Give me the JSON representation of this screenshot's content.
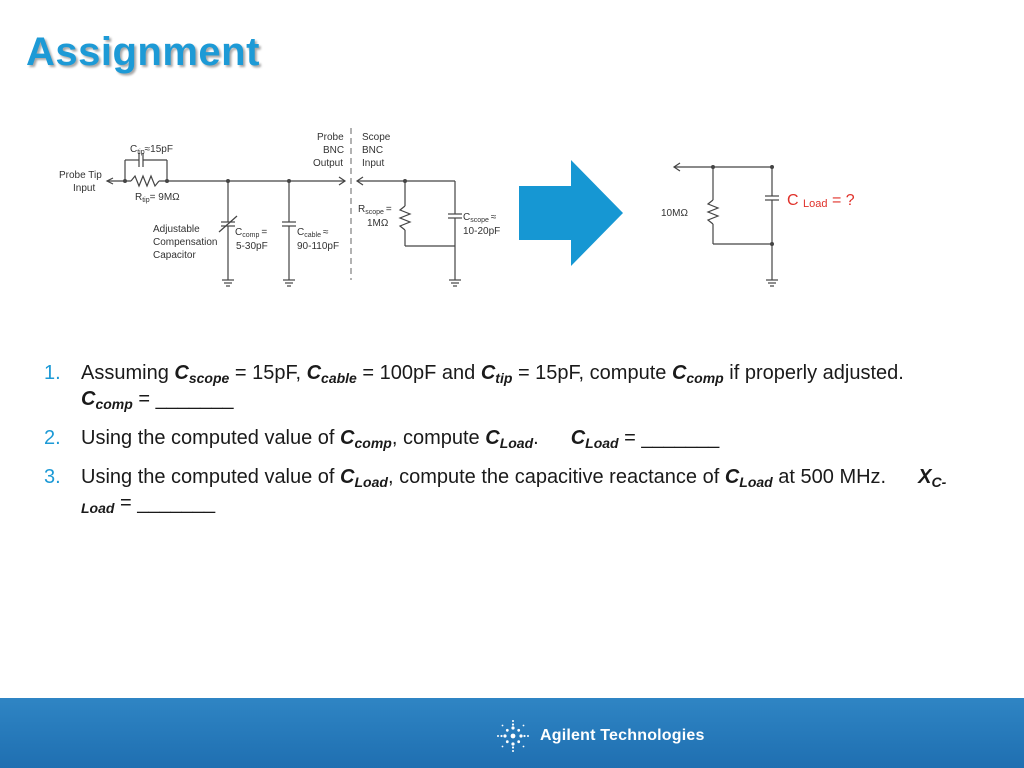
{
  "slide": {
    "title": "Assignment"
  },
  "probe_circuit": {
    "c_tip_main": "C",
    "c_tip_sub": "tip",
    "c_tip_val": "≈15pF",
    "probe_tip_line1": "Probe Tip",
    "probe_tip_line2": "Input",
    "r_tip_main": "R",
    "r_tip_sub": "tip",
    "r_tip_val": "= 9MΩ",
    "adj_line1": "Adjustable",
    "adj_line2": "Compensation",
    "adj_line3": "Capacitor",
    "c_comp_main": "C",
    "c_comp_sub": "comp",
    "c_comp_eq": "=",
    "c_comp_val": "5-30pF",
    "c_cable_main": "C",
    "c_cable_sub": "cable",
    "c_cable_eq": "≈",
    "c_cable_val": "90-110pF",
    "probe_bnc_line1": "Probe",
    "probe_bnc_line2": "BNC",
    "probe_bnc_line3": "Output",
    "scope_bnc_line1": "Scope",
    "scope_bnc_line2": "BNC",
    "scope_bnc_line3": "Input",
    "r_scope_main": "R",
    "r_scope_sub": "scope",
    "r_scope_eq": "=",
    "r_scope_val": "1MΩ",
    "c_scope_main": "C",
    "c_scope_sub": "scope",
    "c_scope_eq": "≈",
    "c_scope_val": "10-20pF"
  },
  "load_circuit": {
    "r_label": "10MΩ",
    "c_main": "C",
    "c_sub": "Load",
    "c_tail": " = ?"
  },
  "questions": [
    {
      "number": "1.",
      "t1": "Assuming ",
      "v1": "C",
      "v1s": "scope",
      "t2": " = 15pF, ",
      "v2": "C",
      "v2s": "cable",
      "t3": " = 100pF and ",
      "v3": "C",
      "v3s": "tip",
      "t4": " = 15pF, compute ",
      "v4": "C",
      "v4s": "comp",
      "t5": " if properly adjusted.",
      "a": "C",
      "as": "comp",
      "blank": " = _______"
    },
    {
      "number": "2.",
      "t1": "Using the computed value of ",
      "v1": "C",
      "v1s": "comp",
      "t2": ", compute ",
      "v2": "C",
      "v2s": "Load",
      "t3": ".",
      "a": "C",
      "as": "Load",
      "blank": " = _______"
    },
    {
      "number": "3.",
      "t1": "Using the computed value of ",
      "v1": "C",
      "v1s": "Load",
      "t2": ", compute the capacitive reactance of ",
      "v2": "C",
      "v2s": "Load",
      "t3": " at 500 MHz.",
      "a": "X",
      "as": "C-Load",
      "blank": " = _______"
    }
  ],
  "footer": {
    "brand": "Agilent Technologies"
  },
  "colors": {
    "title": "#1d9ad6",
    "accent_red": "#e0312a",
    "arrow": "#1697d3",
    "footer": "#1f6fb1"
  }
}
